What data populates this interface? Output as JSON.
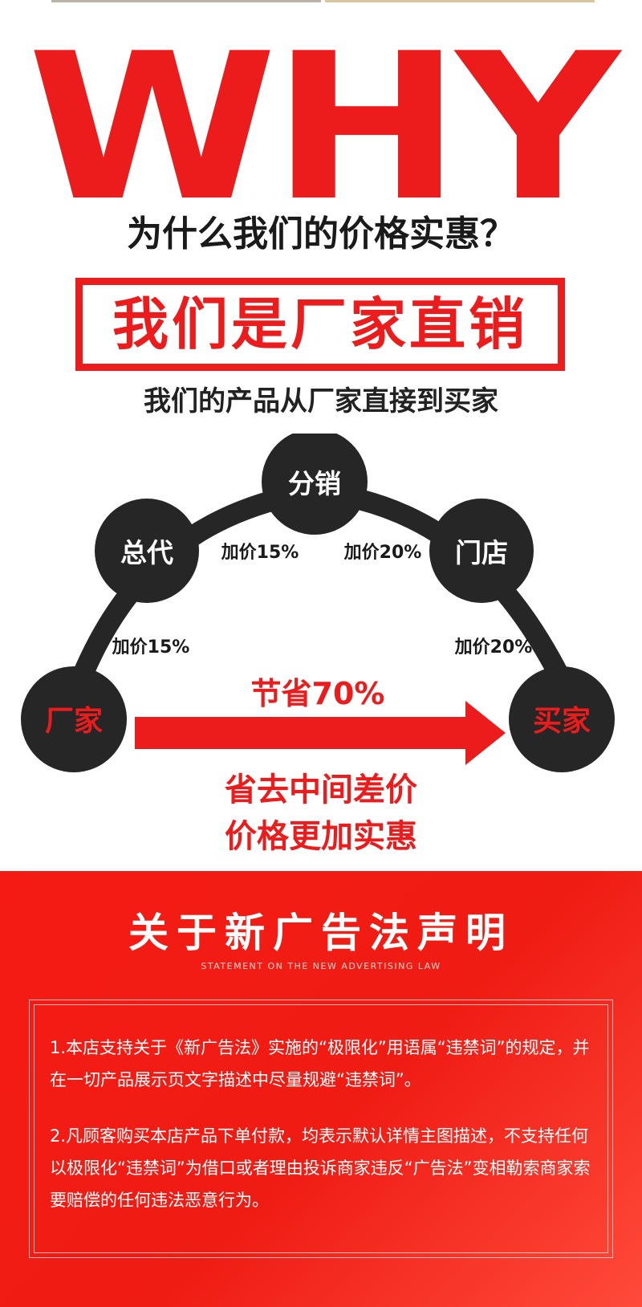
{
  "hero": {
    "big_word": "WHY",
    "question": "为什么我们的价格实惠？",
    "badge": "我们是厂家直销",
    "subline": "我们的产品从厂家直接到买家"
  },
  "diagram": {
    "nodes": {
      "factory": "厂家",
      "general_agent": "总代",
      "distributor": "分销",
      "store": "门店",
      "buyer": "买家"
    },
    "markups": {
      "factory_to_agent": "加价15%",
      "agent_to_distributor": "加价15%",
      "distributor_to_store": "加价20%",
      "store_to_buyer": "加价20%"
    },
    "saving": "节省70%"
  },
  "save_lines": [
    "省去中间差价",
    "价格更加实惠"
  ],
  "notice": {
    "title": "关于新广告法声明",
    "subtitle": "STATEMENT ON THE NEW ADVERTISING LAW",
    "paragraphs": [
      "1.本店支持关于《新广告法》实施的“极限化”用语属“违禁词”的规定，并在一切产品展示页文字描述中尽量规避“违禁词”。",
      "2.凡顾客购买本店产品下单付款，均表示默认详情主图描述，不支持任何以极限化“违禁词”为借口或者理由投诉商家违反“广告法”变相勒索商家索要赔偿的任何违法恶意行为。"
    ]
  },
  "colors": {
    "accent_red": "#ec1c1c",
    "node_dark": "#262626",
    "text_dark": "#1a1a1a"
  }
}
